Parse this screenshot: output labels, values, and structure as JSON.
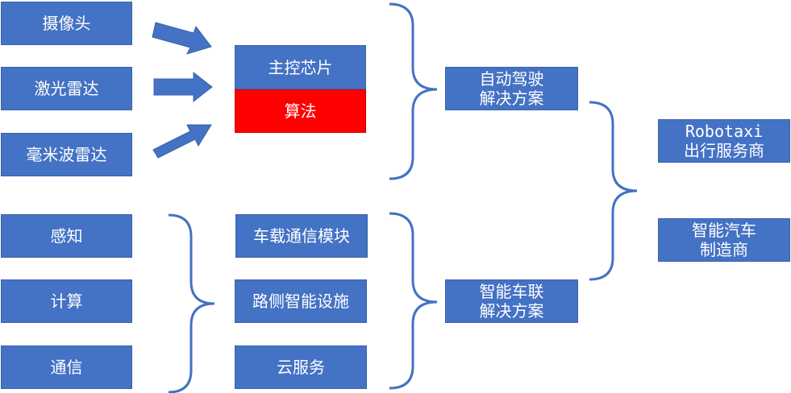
{
  "colors": {
    "box_fill": "#4472c4",
    "highlight_fill": "#ff0000",
    "text": "#ffffff",
    "connector": "#4472c4"
  },
  "sensors": {
    "camera": "摄像头",
    "lidar": "激光雷达",
    "mmwave_radar": "毫米波雷达"
  },
  "core": {
    "main_chip": "主控芯片",
    "algorithm": "算法"
  },
  "capabilities": {
    "perception": "感知",
    "computing": "计算",
    "communication": "通信"
  },
  "infrastructure": {
    "vehicle_comm_module": "车载通信模块",
    "roadside_facility": "路侧智能设施",
    "cloud_service": "云服务"
  },
  "solutions": {
    "autonomous_driving": {
      "line1": "自动驾驶",
      "line2": "解决方案"
    },
    "connected_vehicle": {
      "line1": "智能车联",
      "line2": "解决方案"
    }
  },
  "customers": {
    "robotaxi": {
      "line1": "Robotaxi",
      "line2": "出行服务商"
    },
    "smart_car_maker": {
      "line1": "智能汽车",
      "line2": "制造商"
    }
  }
}
